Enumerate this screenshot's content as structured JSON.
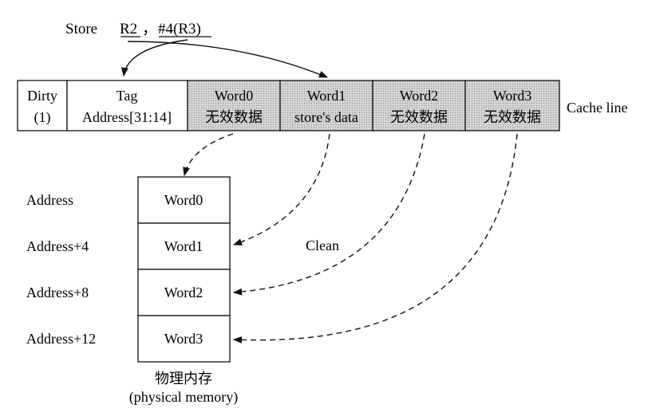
{
  "instruction": {
    "opcode": "Store",
    "reg": "R2",
    "sep": "，",
    "operand": "#4(R3)"
  },
  "cache_line": {
    "label": "Cache line",
    "cells": [
      {
        "line1": "Dirty",
        "line2": "(1)",
        "shaded": false
      },
      {
        "line1": "Tag",
        "line2": "Address[31:14]",
        "shaded": false
      },
      {
        "line1": "Word0",
        "line2": "无效数据",
        "shaded": true
      },
      {
        "line1": "Word1",
        "line2": "store's data",
        "shaded": true
      },
      {
        "line1": "Word2",
        "line2": "无效数据",
        "shaded": true
      },
      {
        "line1": "Word3",
        "line2": "无效数据",
        "shaded": true
      }
    ]
  },
  "memory": {
    "rows": [
      {
        "address": "Address",
        "word": "Word0"
      },
      {
        "address": "Address+4",
        "word": "Word1"
      },
      {
        "address": "Address+8",
        "word": "Word2"
      },
      {
        "address": "Address+12",
        "word": "Word3"
      }
    ],
    "caption_cn": "物理内存",
    "caption_en": "(physical memory)"
  },
  "clean_label": "Clean",
  "colors": {
    "shade": "#c9c9c9",
    "line": "#111111"
  }
}
